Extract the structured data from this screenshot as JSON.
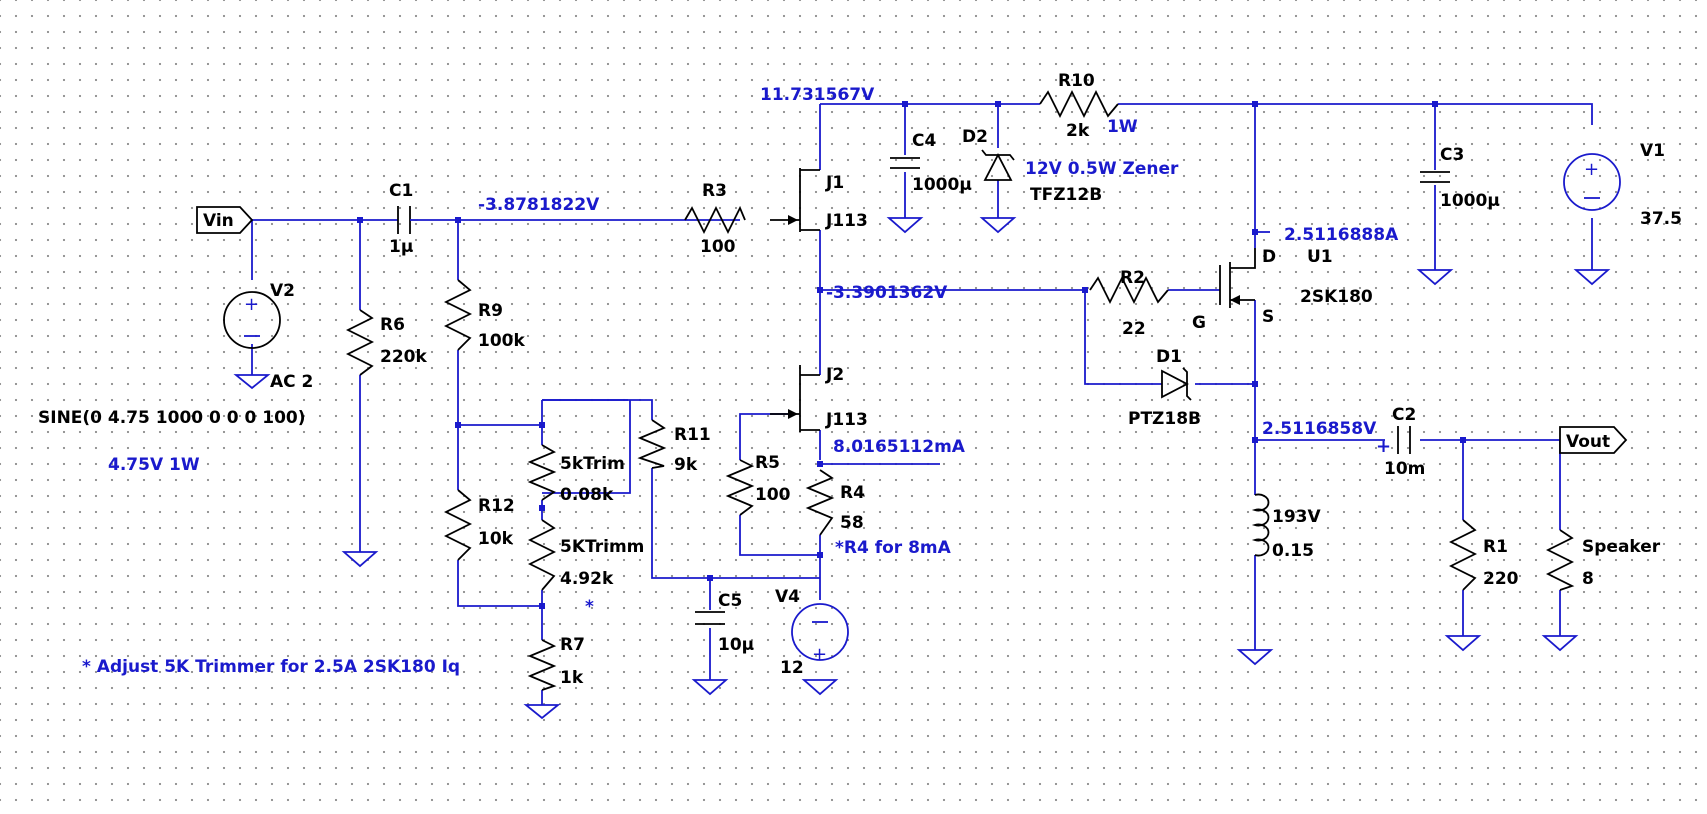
{
  "ports": {
    "vin": "Vin",
    "vout": "Vout"
  },
  "sources": {
    "v1": {
      "name": "V1",
      "value": "37.5"
    },
    "v2": {
      "name": "V2",
      "value": "AC 2",
      "spec": "SINE(0 4.75 1000 0 0 0 100)",
      "note": "4.75V 1W"
    },
    "v4": {
      "name": "V4",
      "value": "12"
    }
  },
  "resistors": {
    "r1": {
      "name": "R1",
      "value": "220"
    },
    "r2": {
      "name": "R2",
      "value": "22"
    },
    "r3": {
      "name": "R3",
      "value": "100"
    },
    "r4": {
      "name": "R4",
      "value": "58",
      "note": "*R4 for 8mA"
    },
    "r5": {
      "name": "R5",
      "value": "100"
    },
    "r6": {
      "name": "R6",
      "value": "220k"
    },
    "r7": {
      "name": "R7",
      "value": "1k"
    },
    "r9": {
      "name": "R9",
      "value": "100k"
    },
    "r10": {
      "name": "R10",
      "value": "2k",
      "note": "1W"
    },
    "r11": {
      "name": "R11",
      "value": "9k"
    },
    "r12": {
      "name": "R12",
      "value": "10k"
    },
    "trim1": {
      "name": "5kTrim",
      "value": "0.08k"
    },
    "trim2": {
      "name": "5KTrimm",
      "value": "4.92k"
    },
    "speaker": {
      "name": "Speaker",
      "value": "8"
    }
  },
  "capacitors": {
    "c1": {
      "name": "C1",
      "value": "1µ"
    },
    "c2": {
      "name": "C2",
      "value": "10m"
    },
    "c3": {
      "name": "C3",
      "value": "1000µ"
    },
    "c4": {
      "name": "C4",
      "value": "1000µ"
    },
    "c5": {
      "name": "C5",
      "value": "10µ"
    }
  },
  "diodes": {
    "d1": {
      "name": "D1",
      "value": "PTZ18B"
    },
    "d2": {
      "name": "D2",
      "value": "TFZ12B",
      "note": "12V 0.5W Zener"
    }
  },
  "transistors": {
    "j1": {
      "name": "J1",
      "value": "J113"
    },
    "j2": {
      "name": "J2",
      "value": "J113"
    },
    "u1": {
      "name": "U1",
      "value": "2SK180",
      "pins": {
        "d": "D",
        "g": "G",
        "s": "S"
      }
    }
  },
  "inductor": {
    "value": "193V",
    "param": "0.15"
  },
  "measurements": {
    "supply_node": "11.731567V",
    "input_node": "-3.8781822V",
    "mid_node": "-3.3901362V",
    "drain_current": "2.5116888A",
    "source_node": "2.5116858V",
    "j2_current": "8.0165112mA"
  },
  "notes": {
    "asterisk": "*",
    "adjust": "* Adjust 5K Trimmer for 2.5A 2SK180 Iq"
  },
  "colors": {
    "wire": "#1a1acc",
    "component": "#000000",
    "grid_dot": "#8c8c8c",
    "background": "#ffffff"
  }
}
